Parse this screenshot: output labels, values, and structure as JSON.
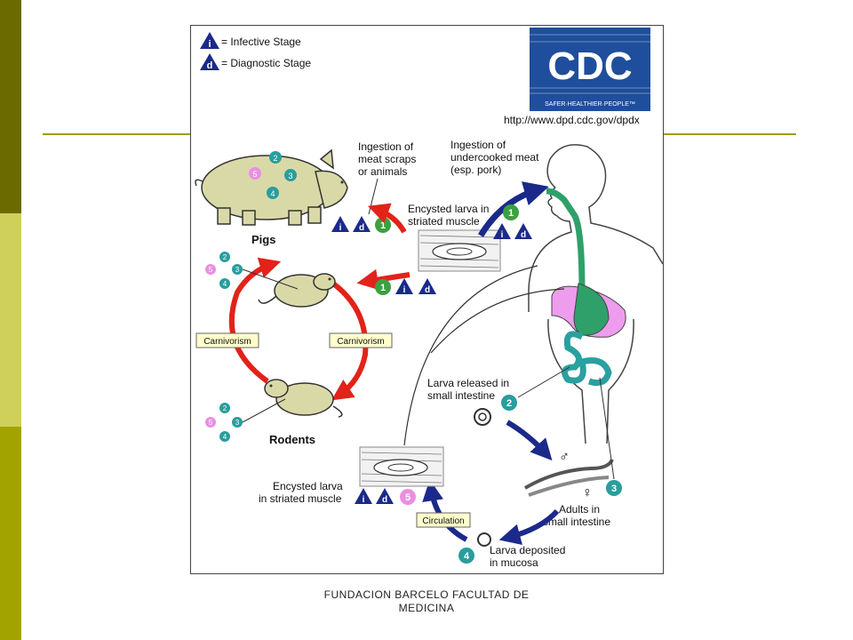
{
  "legend": {
    "infective_symbol": "i",
    "diagnostic_symbol": "d",
    "infective": "= Infective Stage",
    "diagnostic": "= Diagnostic Stage"
  },
  "logo": {
    "text": "CDC",
    "tagline": "SAFER·HEALTHIER·PEOPLE™",
    "url": "http://www.dpd.cdc.gov/dpdx"
  },
  "labels": {
    "pigs": "Pigs",
    "rodents": "Rodents",
    "carnivorism": "Carnivorism",
    "circulation": "Circulation",
    "ingestion_scraps": [
      "Ingestion of",
      "meat scraps",
      "or animals"
    ],
    "ingestion_meat": [
      "Ingestion of",
      "undercooked meat",
      "(esp. pork)"
    ],
    "encysted_top": [
      "Encysted larva in",
      "striated muscle"
    ],
    "larva_released": [
      "Larva released in",
      "small intestine"
    ],
    "adults": [
      "Adults in",
      "small intestine"
    ],
    "larva_deposited": [
      "Larva deposited",
      "in mucosa"
    ],
    "encysted_bottom": [
      "Encysted larva",
      "in striated muscle"
    ],
    "male_symbol": "♂",
    "female_symbol": "♀"
  },
  "stages": {
    "s1": "1",
    "s2": "2",
    "s3": "3",
    "s4": "4",
    "s5": "5"
  },
  "colors": {
    "teal": "#2a9d9d",
    "green": "#3aa040",
    "pink": "#e98fe3",
    "navy": "#1b2a8a",
    "red": "#e32219",
    "animal": "#d9d9a8",
    "gut": "#2fa06a",
    "liver": "#ee9cee"
  },
  "footer": {
    "line1": "FUNDACION BARCELO FACULTAD DE",
    "line2": "MEDICINA"
  }
}
